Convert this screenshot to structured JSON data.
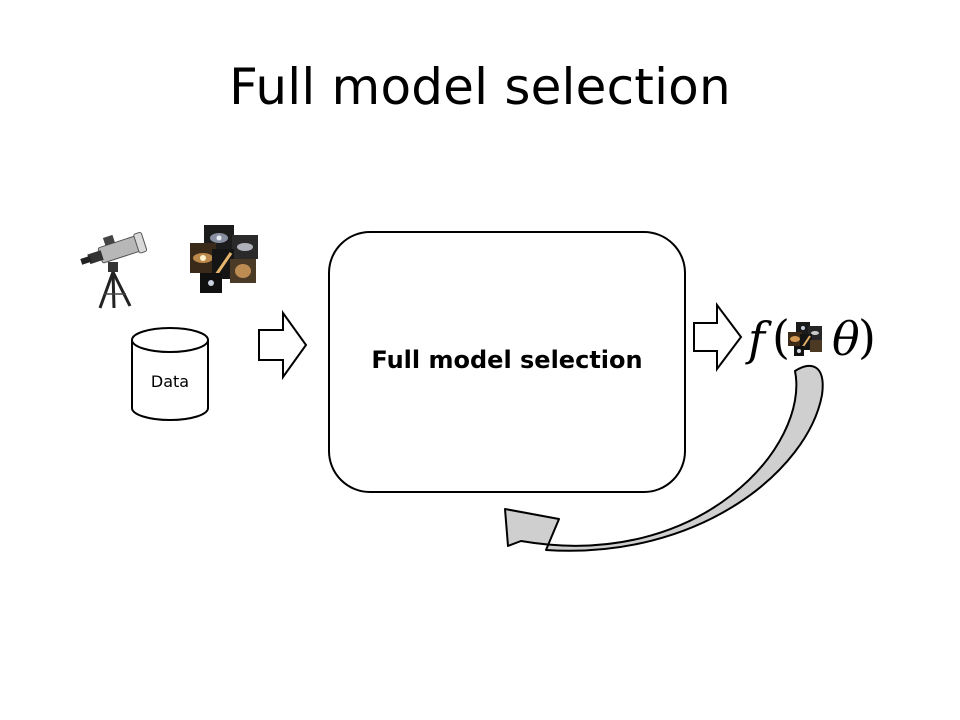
{
  "slide": {
    "title": "Full model selection"
  },
  "diagram": {
    "process_label": "Full model selection",
    "database_label": "Data",
    "icons": {
      "telescope": "telescope-icon",
      "galaxies": "galaxy-images-icon",
      "database": "database-cylinder-icon"
    },
    "formula": {
      "function_symbol": "f",
      "open_paren": "(",
      "parameter_symbol": "θ",
      "close_paren": ")"
    }
  }
}
